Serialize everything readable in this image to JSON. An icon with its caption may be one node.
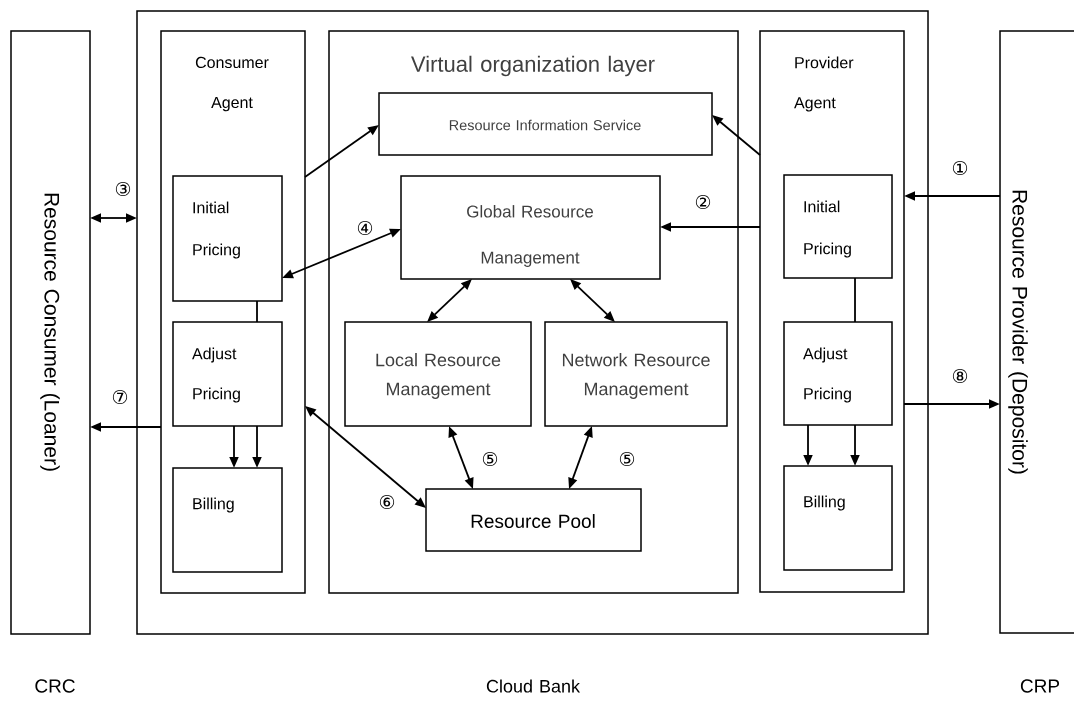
{
  "diagram": {
    "nodes": [
      {
        "text": [
          "Resource Consumer (Loaner)"
        ],
        "beside": [
          "CRC"
        ]
      },
      {
        "text": [
          "Cloud Bank"
        ]
      },
      {
        "text": [
          "Consumer Agent"
        ],
        "in": 1
      },
      {
        "text": [
          "Initial Pricing"
        ],
        "in": 2
      },
      {
        "text": [
          "Adjust Pricing"
        ],
        "in": 2
      },
      {
        "text": [
          "Billing"
        ],
        "in": 2
      },
      {
        "text": [
          "Virtual organization layer"
        ],
        "in": 1
      },
      {
        "text": [
          "Resource Information Service"
        ],
        "in": 6
      },
      {
        "text": [
          "Global Resource Management"
        ],
        "in": 6
      },
      {
        "text": [
          "Local Resource Management"
        ],
        "in": 6
      },
      {
        "text": [
          "Network Resource Management"
        ],
        "in": 6
      },
      {
        "text": [
          "Resource Pool"
        ],
        "in": 6
      },
      {
        "text": [
          "Provider Agent"
        ],
        "in": 1
      },
      {
        "text": [
          "Initial Pricing"
        ],
        "in": 12
      },
      {
        "text": [
          "Adjust Pricing"
        ],
        "in": 12
      },
      {
        "text": [
          "Billing"
        ],
        "in": 12
      },
      {
        "text": [
          "Resource Provider (Depositor)"
        ],
        "beside": [
          "CRP"
        ]
      }
    ],
    "edges": [
      {
        "from": 16,
        "to": 12,
        "arrow": "to",
        "label": "①"
      },
      {
        "from": 12,
        "to": 8,
        "arrow": "to",
        "label": "②"
      },
      {
        "from": 12,
        "to": 7,
        "arrow": "to"
      },
      {
        "from": 2,
        "to": 7,
        "arrow": "to"
      },
      {
        "from": 0,
        "to": 1,
        "arrow": "both",
        "label": "③"
      },
      {
        "from": 3,
        "to": 8,
        "arrow": "both",
        "label": "④"
      },
      {
        "from": 8,
        "to": 9,
        "arrow": "both"
      },
      {
        "from": 8,
        "to": 10,
        "arrow": "both"
      },
      {
        "from": 9,
        "to": 11,
        "arrow": "both",
        "label": "⑤"
      },
      {
        "from": 10,
        "to": 11,
        "arrow": "both",
        "label": "⑤"
      },
      {
        "from": 2,
        "to": 11,
        "arrow": "both",
        "label": "⑥"
      },
      {
        "from": 3,
        "to": 4,
        "arrow": "none"
      },
      {
        "from": 4,
        "to": 5,
        "arrow": "to"
      },
      {
        "from": 4,
        "to": 5,
        "arrow": "to"
      },
      {
        "from": 2,
        "to": 0,
        "arrow": "to",
        "label": "⑦"
      },
      {
        "from": 13,
        "to": 14,
        "arrow": "none"
      },
      {
        "from": 14,
        "to": 15,
        "arrow": "to"
      },
      {
        "from": 14,
        "to": 15,
        "arrow": "to"
      },
      {
        "from": 12,
        "to": 16,
        "arrow": "to",
        "label": "⑧"
      }
    ]
  }
}
